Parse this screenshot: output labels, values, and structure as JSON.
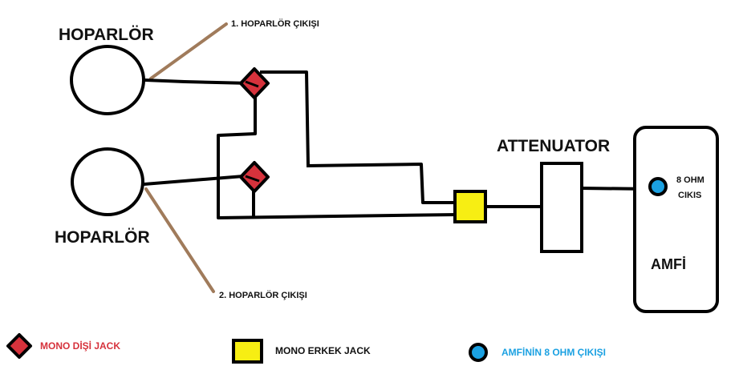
{
  "speakers": [
    {
      "label": "HOPARLÖR",
      "output_label": "1. HOPARLÖR ÇIKIŞI"
    },
    {
      "label": "HOPARLÖR",
      "output_label": "2. HOPARLÖR ÇIKIŞI"
    }
  ],
  "attenuator": {
    "label": "ATTENUATOR"
  },
  "amp": {
    "label": "AMFİ",
    "output_line1": "8 OHM",
    "output_line2": "CIKIS"
  },
  "legend": {
    "female_jack": "MONO DİŞİ JACK",
    "male_jack": "MONO ERKEK JACK",
    "amp_output": "AMFİNİN 8 OHM ÇIKIŞI"
  },
  "colors": {
    "wire": "#000000",
    "leader": "#a07b5b",
    "female_jack": "#d6323c",
    "male_jack": "#f7ee13",
    "amp_output": "#1ba1e2"
  }
}
